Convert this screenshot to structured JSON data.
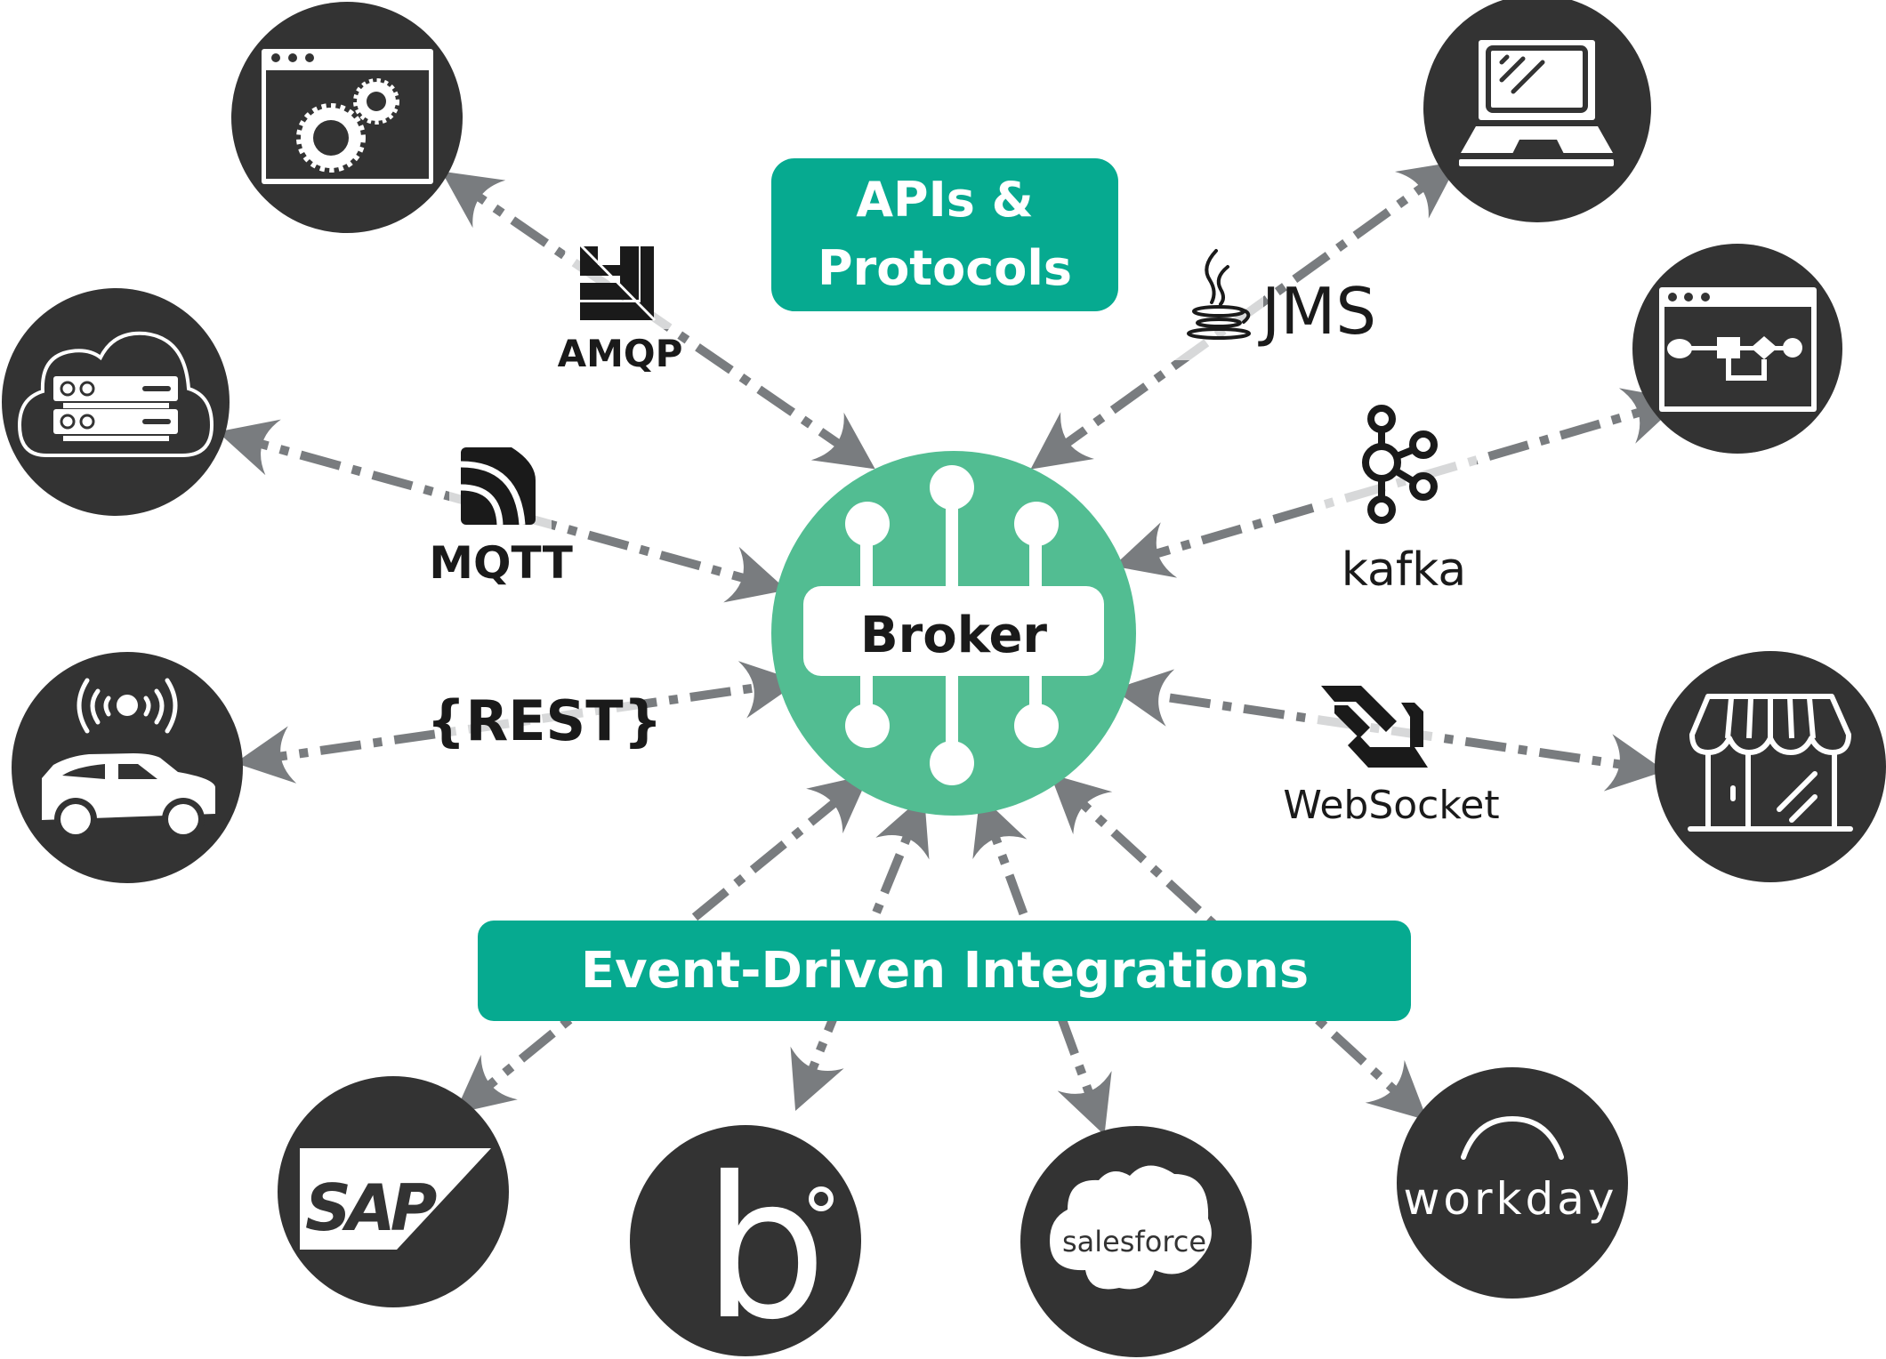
{
  "colors": {
    "broker_green": "#52bd92",
    "category_teal": "#06aa90",
    "node_dark": "#333333",
    "arrow_grey": "#797c7f",
    "text_dark": "#1a1a1a"
  },
  "hub": {
    "label": "Broker",
    "icon": "broker-hub-icon"
  },
  "categories": {
    "apis_line1": "APIs &",
    "apis_line2": "Protocols",
    "events": "Event-Driven Integrations"
  },
  "protocols": [
    {
      "label": "AMQP",
      "icon": "amqp-logo-icon"
    },
    {
      "label": "MQTT",
      "icon": "mqtt-logo-icon"
    },
    {
      "label": "{REST}",
      "icon": "rest-logo-icon"
    },
    {
      "label": "JMS",
      "icon": "java-cup-icon"
    },
    {
      "label": "kafka",
      "icon": "kafka-logo-icon"
    },
    {
      "label": "WebSocket",
      "icon": "websocket-logo-icon"
    }
  ],
  "endpoints": [
    {
      "id": "app-gears",
      "icon": "application-gears-icon"
    },
    {
      "id": "cloud-server",
      "icon": "cloud-server-icon"
    },
    {
      "id": "connected-car",
      "icon": "connected-car-icon"
    },
    {
      "id": "laptop",
      "icon": "laptop-icon"
    },
    {
      "id": "workflow-app",
      "icon": "workflow-window-icon"
    },
    {
      "id": "storefront",
      "icon": "storefront-icon"
    },
    {
      "id": "sap",
      "icon": "sap-logo-icon",
      "label": "SAP"
    },
    {
      "id": "boomi",
      "icon": "boomi-b-logo-icon",
      "label": "b"
    },
    {
      "id": "salesforce",
      "icon": "salesforce-cloud-icon",
      "label": "salesforce"
    },
    {
      "id": "workday",
      "icon": "workday-logo-icon",
      "label": "workday"
    }
  ]
}
